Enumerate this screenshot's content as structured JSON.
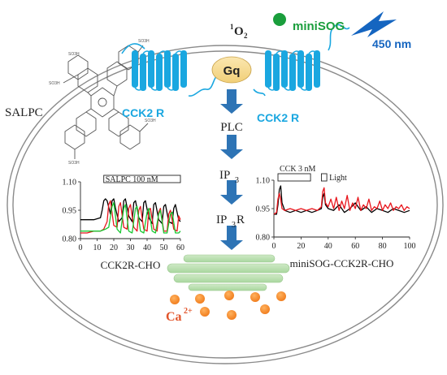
{
  "labels": {
    "salpc": "SALPC",
    "cck2r_left": "CCK2 R",
    "cck2r_right": "CCK2 R",
    "gq": "Gq",
    "singlet_o_sup": "1",
    "singlet_o_base": "O",
    "singlet_o_sub": "2",
    "minisog": "miniSOG",
    "wavelength": "450 nm",
    "plc": "PLC",
    "ip3_base": "IP",
    "ip3_sub": "3",
    "ip3r_base": "IP",
    "ip3r_sub": "3",
    "ip3r_tail": "R",
    "calcium_base": "Ca",
    "calcium_sup": "2+",
    "sulfo_group": "SO3H"
  },
  "colors": {
    "receptor": "#1aa7e0",
    "receptor_label": "#1aa7e0",
    "gq_fill": "#f6dc96",
    "arrow": "#2e74b5",
    "minisog_dot": "#1a9e3c",
    "minisog_text": "#1a9e3c",
    "wavelength": "#1565c0",
    "er_fill": "#b8dfb0",
    "calcium_dot": "#f58a28",
    "calcium_text": "#e2542a",
    "trace_black": "#000000",
    "trace_red": "#e8151c",
    "trace_green": "#19c832"
  },
  "chart_data": [
    {
      "type": "line",
      "caption": "CCK2R-CHO",
      "annotations": [
        {
          "label": "SALPC 100 nM",
          "x_start": 14,
          "x_end": 60
        }
      ],
      "xlim": [
        0,
        60
      ],
      "ylim": [
        0.8,
        1.1
      ],
      "x_ticks": [
        0,
        10,
        20,
        30,
        40,
        50,
        60
      ],
      "y_ticks": [
        0.8,
        0.95,
        1.1
      ],
      "x_tick_labels": [
        "0",
        "10",
        "20",
        "30",
        "40",
        "50",
        "60"
      ],
      "y_tick_labels": [
        "0.80",
        "0.95",
        "1.10"
      ],
      "series": [
        {
          "color": "#000000",
          "x": [
            0,
            4,
            8,
            12,
            13,
            14,
            15,
            16,
            18,
            19,
            20,
            21,
            23,
            25,
            26,
            27,
            29,
            31,
            32,
            33,
            35,
            37,
            38,
            39,
            41,
            43,
            44,
            45,
            47,
            49,
            50,
            51,
            53,
            55,
            56,
            57,
            59,
            60
          ],
          "y": [
            0.9,
            0.9,
            0.9,
            0.91,
            0.95,
            1.0,
            1.01,
            1.0,
            0.93,
            1.0,
            1.01,
            0.96,
            0.89,
            0.91,
            1.0,
            1.01,
            0.92,
            0.89,
            0.99,
            1.0,
            0.91,
            0.89,
            0.99,
            1.0,
            0.91,
            0.88,
            0.98,
            0.99,
            0.9,
            0.88,
            0.97,
            0.98,
            0.89,
            0.88,
            0.96,
            0.98,
            0.9,
            0.89
          ]
        },
        {
          "color": "#e8151c",
          "x": [
            0,
            4,
            8,
            12,
            14,
            16,
            17,
            18,
            20,
            22,
            23,
            24,
            26,
            28,
            29,
            30,
            32,
            34,
            35,
            36,
            38,
            40,
            41,
            42,
            44,
            46,
            47,
            48,
            50,
            52,
            53,
            54,
            56,
            58,
            59,
            60
          ],
          "y": [
            0.83,
            0.83,
            0.84,
            0.84,
            0.85,
            0.89,
            0.98,
            1.0,
            0.87,
            0.86,
            0.97,
            0.99,
            0.86,
            0.85,
            0.96,
            0.98,
            0.86,
            0.84,
            0.95,
            0.97,
            0.85,
            0.84,
            0.95,
            0.96,
            0.85,
            0.84,
            0.94,
            0.96,
            0.84,
            0.84,
            0.93,
            0.95,
            0.85,
            0.84,
            0.92,
            0.9
          ]
        },
        {
          "color": "#19c832",
          "x": [
            0,
            4,
            8,
            12,
            15,
            17,
            19,
            20,
            22,
            24,
            26,
            27,
            29,
            31,
            33,
            34,
            36,
            38,
            40,
            41,
            43,
            45,
            47,
            48,
            50,
            52,
            54,
            55,
            57,
            59,
            60
          ],
          "y": [
            0.84,
            0.84,
            0.84,
            0.84,
            0.85,
            0.86,
            0.97,
            0.99,
            0.85,
            0.83,
            0.96,
            0.98,
            0.84,
            0.83,
            0.96,
            0.97,
            0.84,
            0.83,
            0.94,
            0.96,
            0.84,
            0.83,
            0.93,
            0.95,
            0.83,
            0.83,
            0.93,
            0.94,
            0.83,
            0.83,
            0.84
          ]
        }
      ]
    },
    {
      "type": "line",
      "caption": "miniSOG-CCK2R-CHO",
      "annotations": [
        {
          "label": "CCK 3 nM",
          "x_start": 3,
          "x_end": 27
        },
        {
          "label": "Light",
          "x_start": 35,
          "x_end": 39
        }
      ],
      "xlim": [
        0,
        100
      ],
      "ylim": [
        0.8,
        1.1
      ],
      "x_ticks": [
        0,
        20,
        40,
        60,
        80,
        100
      ],
      "y_ticks": [
        0.8,
        0.95,
        1.1
      ],
      "x_tick_labels": [
        "0",
        "20",
        "40",
        "60",
        "80",
        "100"
      ],
      "y_tick_labels": [
        "0.80",
        "0.95",
        "1.10"
      ],
      "series": [
        {
          "color": "#000000",
          "x": [
            0,
            2,
            3,
            4,
            5,
            6,
            8,
            12,
            16,
            20,
            24,
            28,
            32,
            35,
            36,
            37,
            38,
            40,
            44,
            48,
            52,
            56,
            60,
            64,
            68,
            72,
            76,
            80,
            84,
            88,
            92,
            96,
            100
          ],
          "y": [
            0.92,
            0.92,
            0.97,
            1.05,
            1.07,
            0.98,
            0.94,
            0.93,
            0.94,
            0.93,
            0.94,
            0.93,
            0.94,
            0.95,
            1.01,
            1.03,
            0.97,
            0.95,
            0.94,
            0.97,
            0.93,
            0.95,
            0.98,
            0.94,
            0.96,
            0.93,
            0.95,
            0.94,
            0.93,
            0.95,
            0.94,
            0.93,
            0.94
          ]
        },
        {
          "color": "#e8151c",
          "x": [
            0,
            2,
            3,
            4,
            5,
            6,
            8,
            12,
            16,
            20,
            24,
            28,
            32,
            35,
            36,
            37,
            38,
            40,
            42,
            44,
            46,
            48,
            50,
            52,
            54,
            56,
            58,
            60,
            62,
            64,
            66,
            68,
            70,
            72,
            74,
            76,
            78,
            80,
            82,
            84,
            86,
            88,
            90,
            92,
            94,
            96,
            98,
            100
          ],
          "y": [
            0.92,
            0.93,
            1.0,
            1.03,
            1.0,
            0.95,
            0.94,
            0.95,
            0.94,
            0.95,
            0.94,
            0.95,
            0.94,
            0.96,
            1.04,
            1.06,
            0.98,
            0.96,
            1.0,
            0.95,
            1.01,
            0.94,
            0.99,
            0.95,
            1.02,
            0.94,
            0.98,
            0.95,
            1.01,
            0.94,
            0.97,
            0.95,
            1.0,
            0.94,
            0.96,
            0.95,
            0.99,
            0.94,
            0.97,
            0.95,
            0.98,
            0.94,
            0.96,
            0.95,
            0.97,
            0.94,
            0.96,
            0.95
          ]
        }
      ]
    }
  ]
}
